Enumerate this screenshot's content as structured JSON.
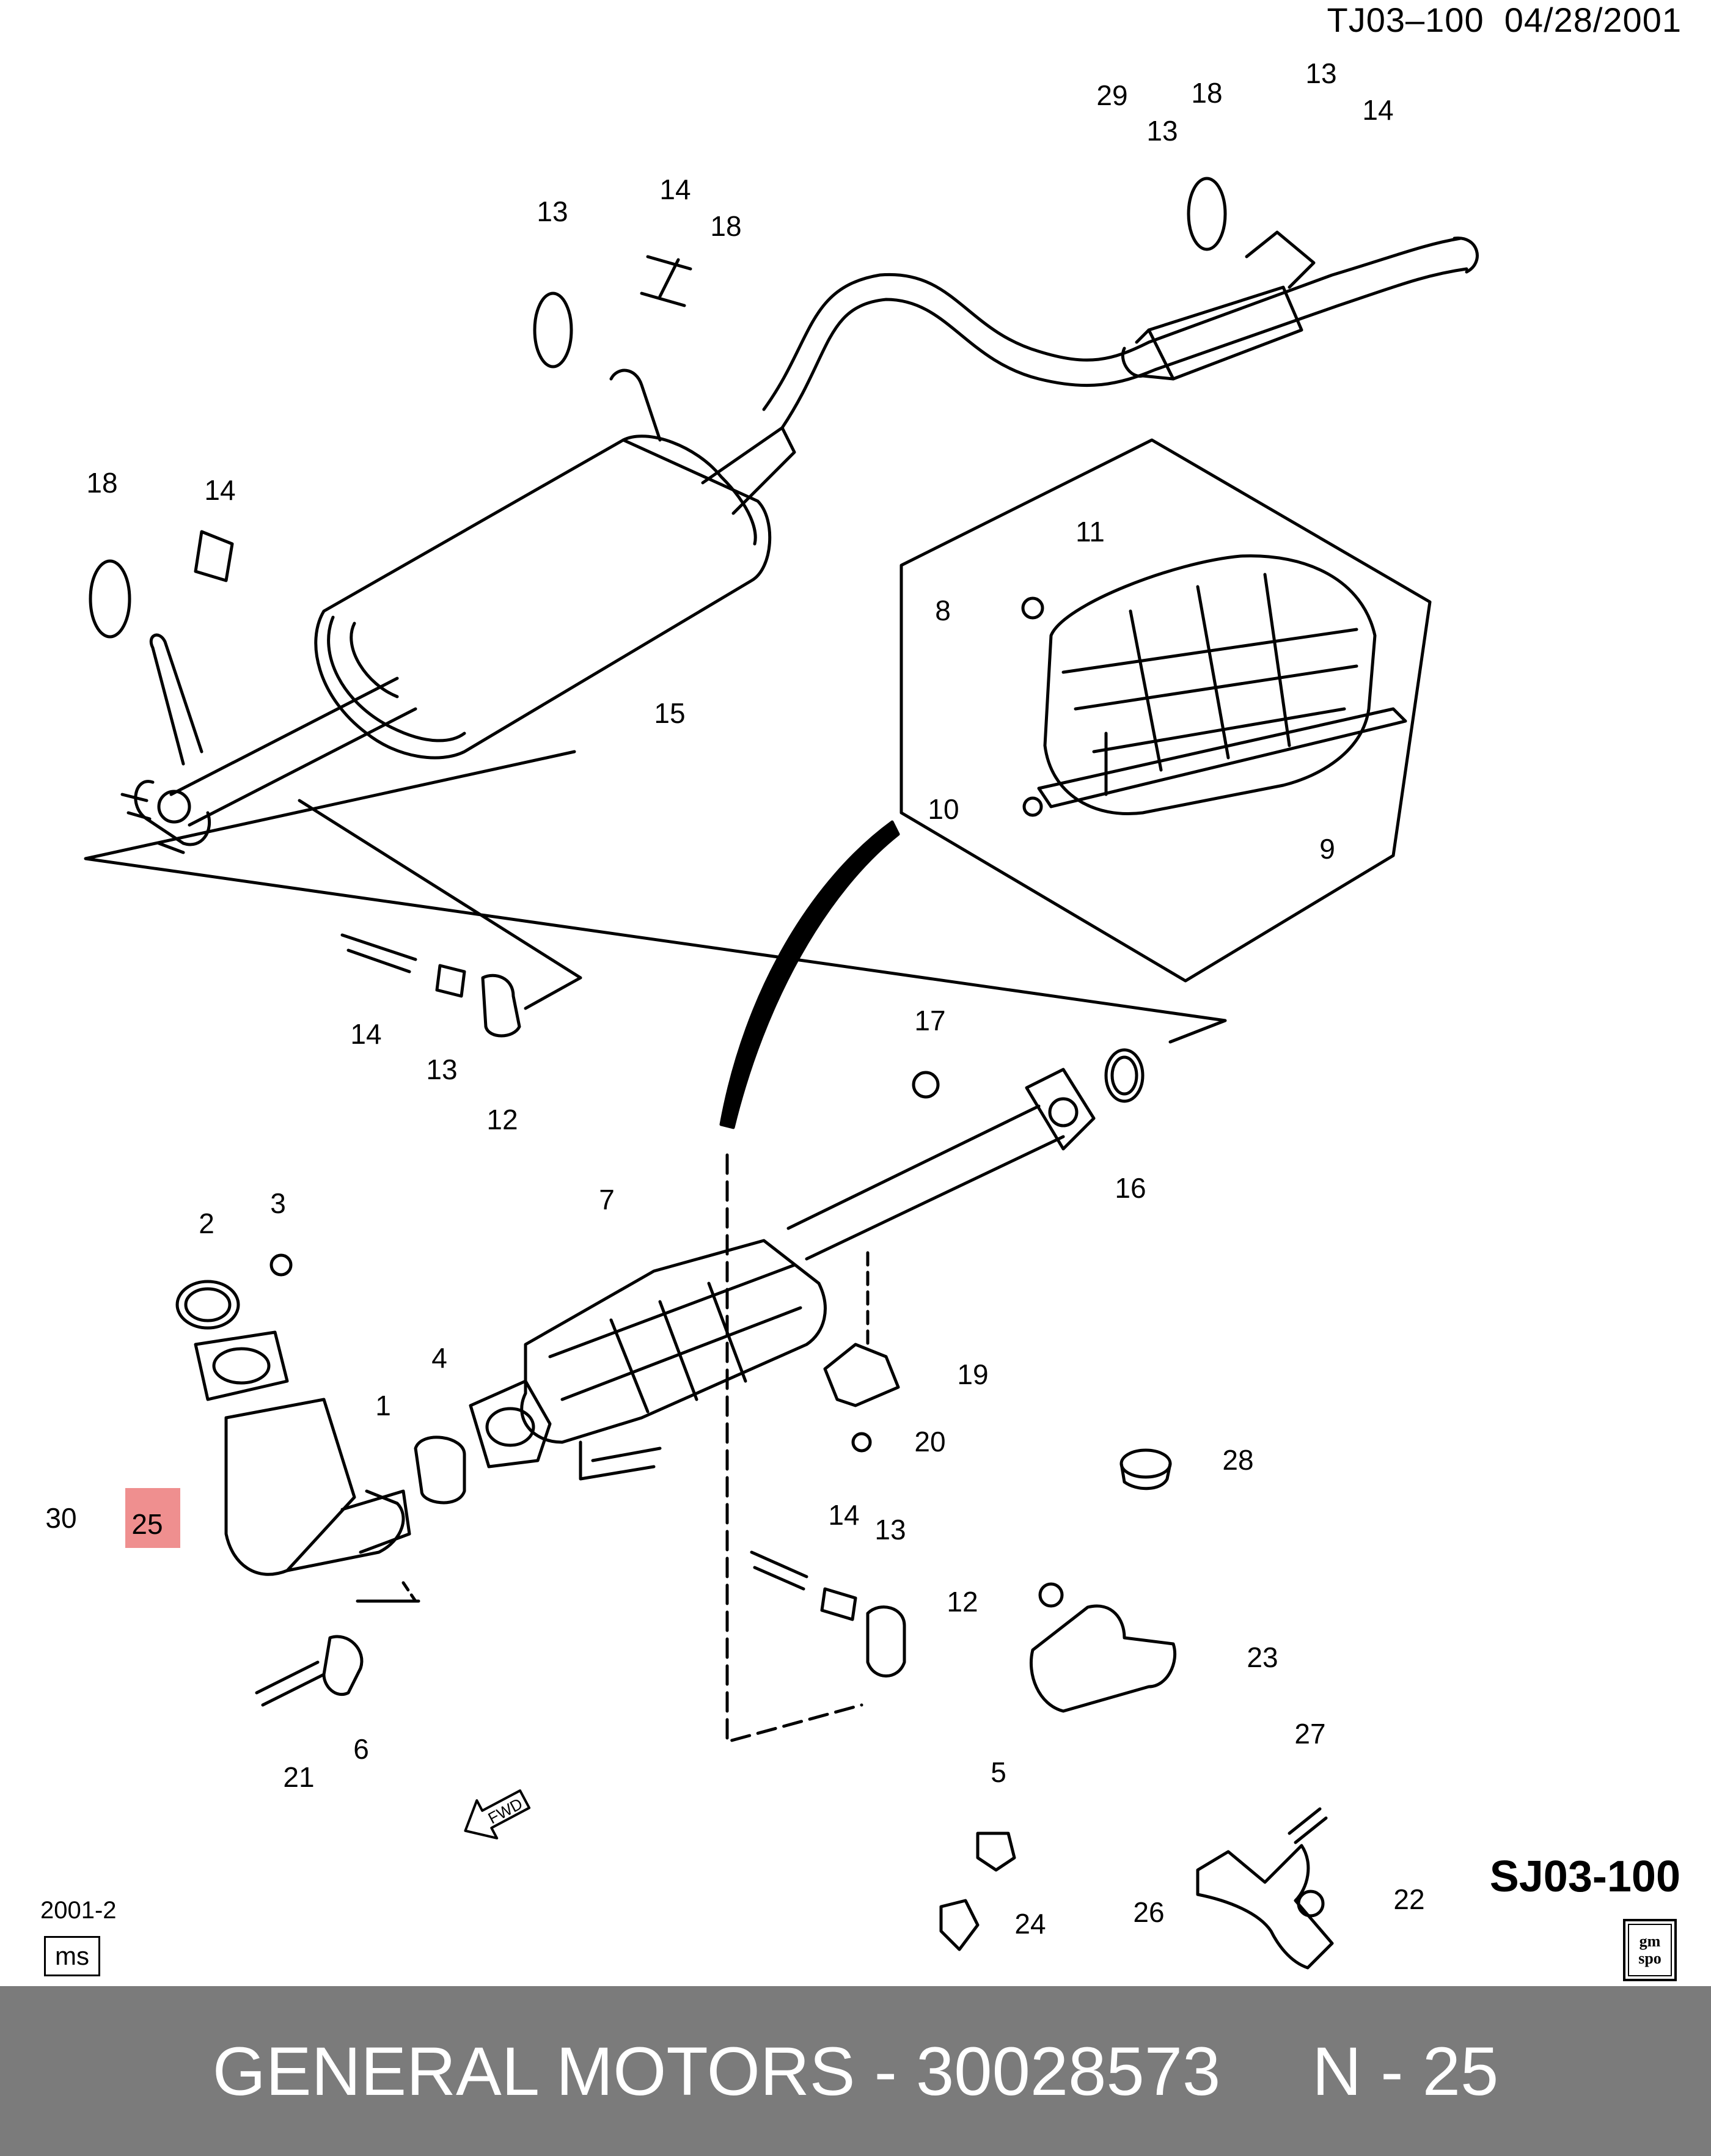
{
  "header": {
    "code": "TJ03–100",
    "date": "04/28/2001"
  },
  "sheet_code": "SJ03-100",
  "date_code": "2001-2",
  "ms_label": "ms",
  "logo_text": [
    "gm",
    "spo"
  ],
  "fwd_label": "FWD",
  "highlight_callout": "25",
  "highlight_color": "#ef8f8f",
  "footer": {
    "brand_part": "GENERAL MOTORS - 30028573",
    "position": "N - 25"
  },
  "callouts": [
    "29",
    "18",
    "13",
    "14",
    "13",
    "14",
    "18",
    "13",
    "14",
    "18",
    "8",
    "11",
    "15",
    "10",
    "9",
    "14",
    "13",
    "12",
    "17",
    "16",
    "7",
    "2",
    "3",
    "1",
    "4",
    "19",
    "20",
    "28",
    "25",
    "14",
    "13",
    "12",
    "23",
    "21",
    "6",
    "5",
    "27",
    "24",
    "26",
    "22",
    "30"
  ]
}
